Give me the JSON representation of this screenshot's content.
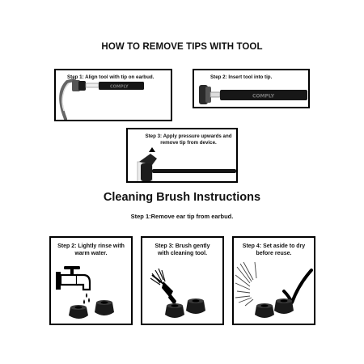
{
  "heading": "HOW TO REMOVE TIPS WITH TOOL",
  "tool_steps": [
    {
      "label": "Step 1:  Align tool with tip on earbud."
    },
    {
      "label": "Step 2:  Insert tool into tip."
    },
    {
      "label": "Step 3: Apply pressure upwards and remove tip from device."
    }
  ],
  "tool_brand": "COMPLY",
  "cleaning": {
    "heading": "Cleaning Brush Instructions",
    "step1": "Step 1:Remove ear tip from earbud.",
    "steps": [
      {
        "label": "Step 2: Lightly rinse with warm water."
      },
      {
        "label": "Step 3: Brush gently with cleaning tool."
      },
      {
        "label": "Step 4: Set aside to dry before reuse."
      }
    ]
  }
}
